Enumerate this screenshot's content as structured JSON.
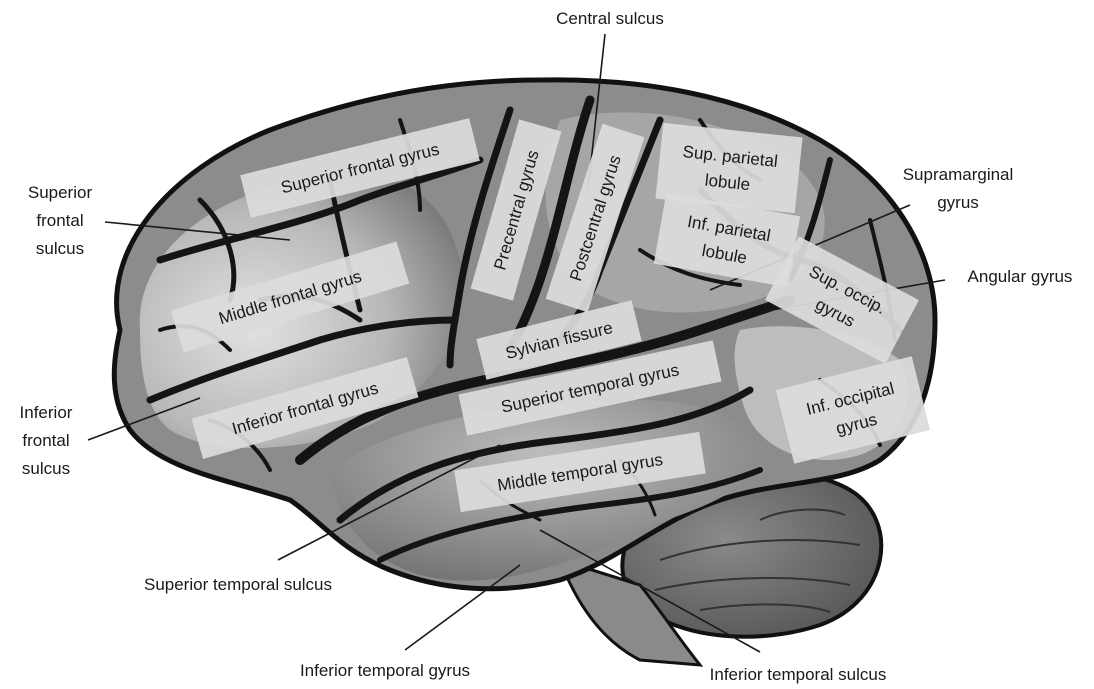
{
  "diagram": {
    "box_labels": {
      "superior_frontal_gyrus": "Superior frontal gyrus",
      "middle_frontal_gyrus": "Middle frontal gyrus",
      "inferior_frontal_gyrus": "Inferior frontal gyrus",
      "precentral_gyrus": "Precentral gyrus",
      "postcentral_gyrus": "Postcentral gyrus",
      "sup_parietal_lobule": [
        "Sup. parietal",
        "lobule"
      ],
      "inf_parietal_lobule": [
        "Inf. parietal",
        "lobule"
      ],
      "sup_occip_gyrus": [
        "Sup. occip.",
        "gyrus"
      ],
      "inf_occipital_gyrus": [
        "Inf. occipital",
        "gyrus"
      ],
      "sylvian_fissure": "Sylvian fissure",
      "superior_temporal_gyrus": "Superior temporal gyrus",
      "middle_temporal_gyrus": "Middle temporal gyrus"
    },
    "external_labels": {
      "central_sulcus": "Central sulcus",
      "superior_frontal_sulcus": [
        "Superior",
        "frontal",
        "sulcus"
      ],
      "inferior_frontal_sulcus": [
        "Inferior",
        "frontal",
        "sulcus"
      ],
      "supramarginal_gyrus": [
        "Supramarginal",
        "gyrus"
      ],
      "angular_gyrus": "Angular gyrus",
      "superior_temporal_sulcus": "Superior temporal sulcus",
      "inferior_temporal_gyrus": "Inferior temporal gyrus",
      "inferior_temporal_sulcus": "Inferior temporal sulcus"
    },
    "colors": {
      "brain_dark": "#6f6f6f",
      "brain_mid": "#9a9a9a",
      "brain_light": "#cfcfcf",
      "sulcus": "#141414",
      "label_box": "#dcdcdc",
      "cerebellum": "#6a6a6a",
      "leader_line": "#1a1a1a"
    }
  }
}
